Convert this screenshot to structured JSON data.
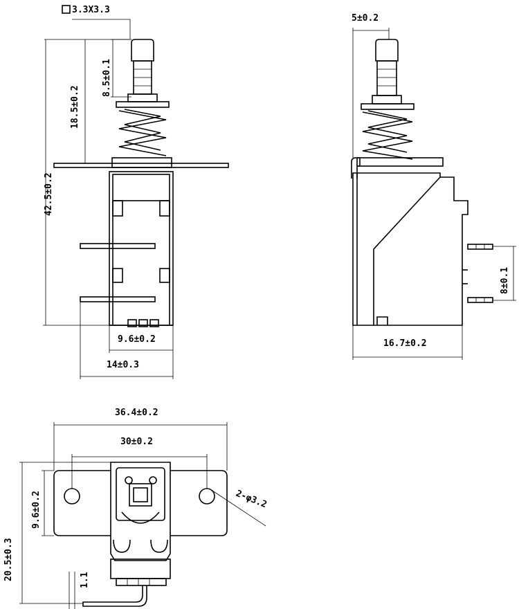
{
  "front_view": {
    "dims": {
      "square": "3.3X3.3",
      "plunger_len": "8.5±0.1",
      "plunger_total": "18.5±0.2",
      "total_height": "42.5±0.2",
      "body_width": "9.6±0.2",
      "pin_span": "14±0.3"
    }
  },
  "side_view": {
    "dims": {
      "plunger_offset": "5±0.2",
      "pin_pitch": "8±0.1",
      "body_depth": "16.7±0.2"
    }
  },
  "top_view": {
    "dims": {
      "flange_length": "36.4±0.2",
      "hole_pitch": "30±0.2",
      "hole_note": "2-φ3.2",
      "flange_width": "9.6±0.2",
      "overall_depth": "20.5±0.3",
      "pin_thickness": "1.1"
    }
  }
}
